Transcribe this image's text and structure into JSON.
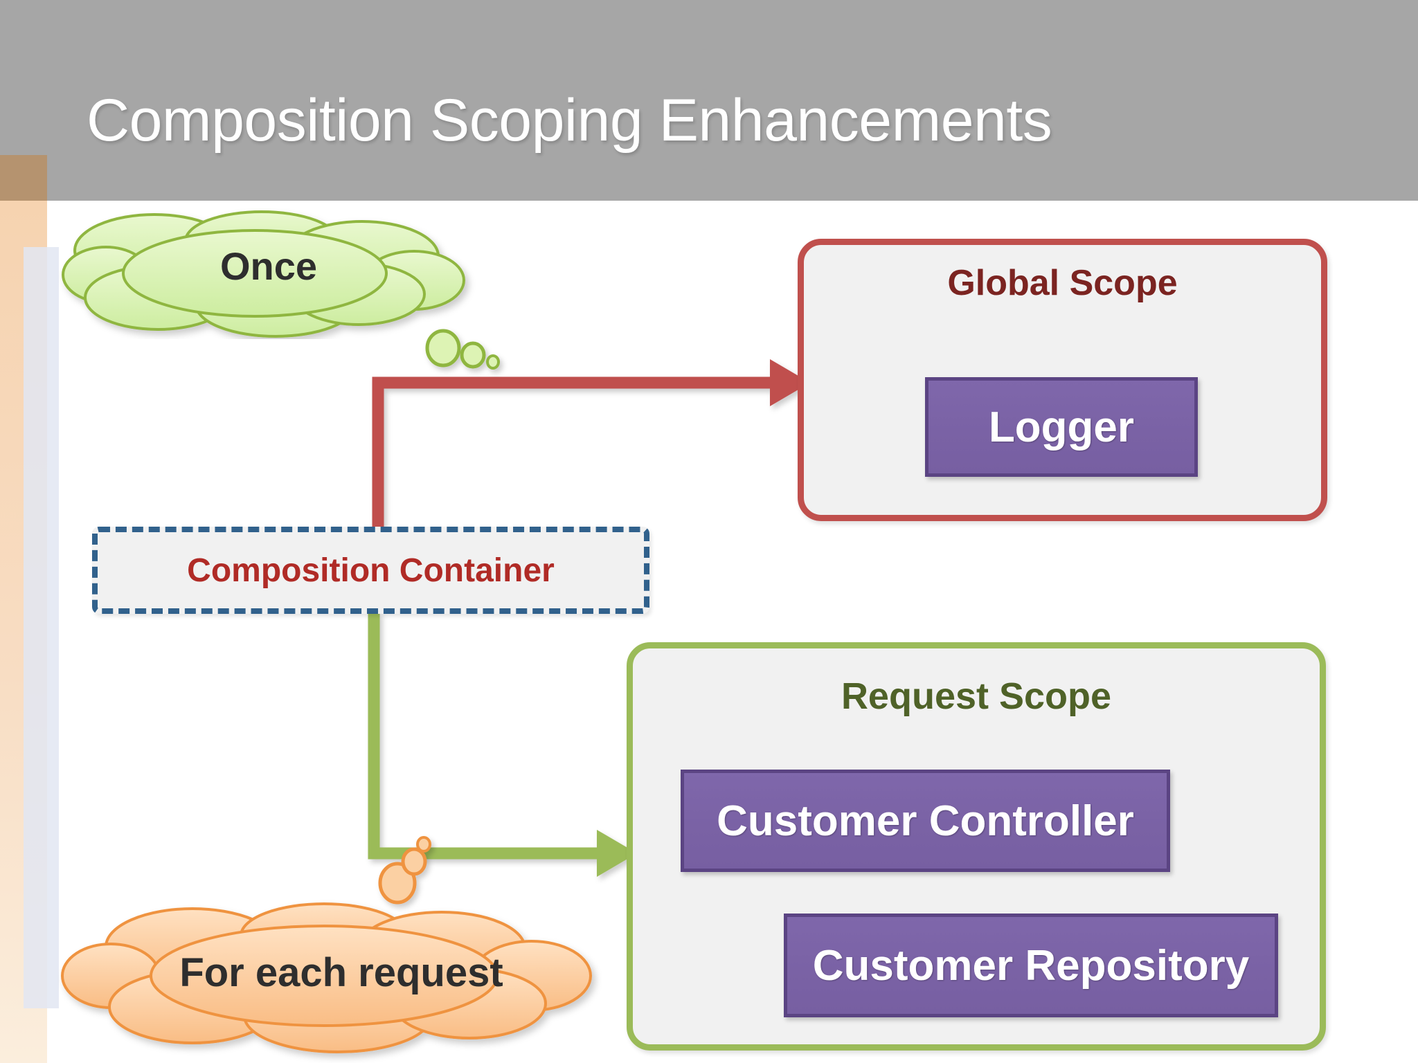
{
  "header": {
    "title": "Composition Scoping Enhancements",
    "background_color": "#a6a6a6",
    "title_color": "#ffffff"
  },
  "decorations": {
    "tan_block_color": "#b5936f",
    "peach_bar_color": "#f6d3b0",
    "gray_strip_color": "#e2e6f2"
  },
  "diagram": {
    "clouds": [
      {
        "id": "once",
        "label": "Once",
        "fill_color": "#ddf3b4",
        "stroke_color": "#8fb640",
        "text_color": "#2e2e2e",
        "bubble_direction": "right-down"
      },
      {
        "id": "for-each-request",
        "label": "For each request",
        "fill_color": "#fbd0a3",
        "stroke_color": "#ef9340",
        "text_color": "#2e2e2e",
        "bubble_direction": "up"
      }
    ],
    "composition_container": {
      "label": "Composition Container",
      "border_color": "#31618c",
      "border_style": "dashed",
      "fill_color": "#f1f1f1",
      "text_color": "#b02b26"
    },
    "scopes": [
      {
        "id": "global-scope",
        "title": "Global Scope",
        "border_color": "#c0504d",
        "title_color": "#7b2421",
        "fill_color": "#f1f1f1",
        "components": [
          {
            "label": "Logger",
            "fill_color": "#7a62a5",
            "border_color": "#5b4483",
            "text_color": "#ffffff"
          }
        ]
      },
      {
        "id": "request-scope",
        "title": "Request Scope",
        "border_color": "#9bbb59",
        "title_color": "#4f6228",
        "fill_color": "#f1f1f1",
        "components": [
          {
            "label": "Customer Controller",
            "fill_color": "#7a62a5",
            "border_color": "#5b4483",
            "text_color": "#ffffff"
          },
          {
            "label": "Customer Repository",
            "fill_color": "#7a62a5",
            "border_color": "#5b4483",
            "text_color": "#ffffff"
          }
        ]
      }
    ],
    "connectors": [
      {
        "id": "container-to-global-scope",
        "from": "Composition Container",
        "to": "Global Scope",
        "color": "#c0504d",
        "style": "elbow-up-right-arrow"
      },
      {
        "id": "container-to-request-scope",
        "from": "Composition Container",
        "to": "Request Scope",
        "color": "#9bbb59",
        "style": "elbow-down-right-arrow"
      }
    ]
  }
}
